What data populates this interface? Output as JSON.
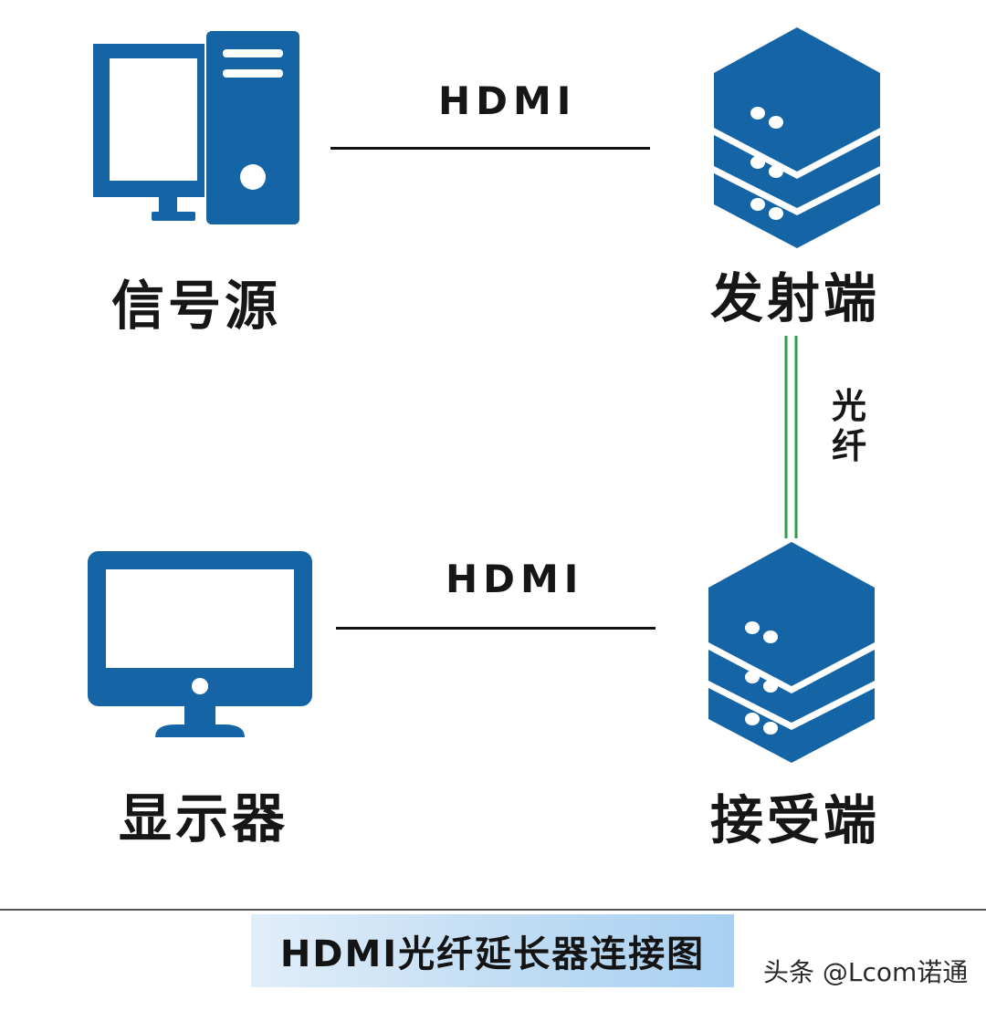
{
  "nodes": {
    "source": {
      "label": "信号源",
      "icon": "desktop-computer-icon"
    },
    "transmitter": {
      "label": "发射端",
      "icon": "server-stack-icon"
    },
    "display": {
      "label": "显示器",
      "icon": "monitor-icon"
    },
    "receiver": {
      "label": "接受端",
      "icon": "server-stack-icon"
    }
  },
  "links": {
    "top": {
      "label": "HDMI"
    },
    "bottom": {
      "label": "HDMI"
    },
    "fiber": {
      "label_line1": "光",
      "label_line2": "纤"
    }
  },
  "caption": "HDMI光纤延长器连接图",
  "watermark": "头条 @Lcom诺通",
  "colors": {
    "icon_blue": "#1565a6",
    "fiber_green": "#2e9e4a",
    "caption_gradient": [
      "#e1eefa",
      "#a9d0f1"
    ]
  }
}
